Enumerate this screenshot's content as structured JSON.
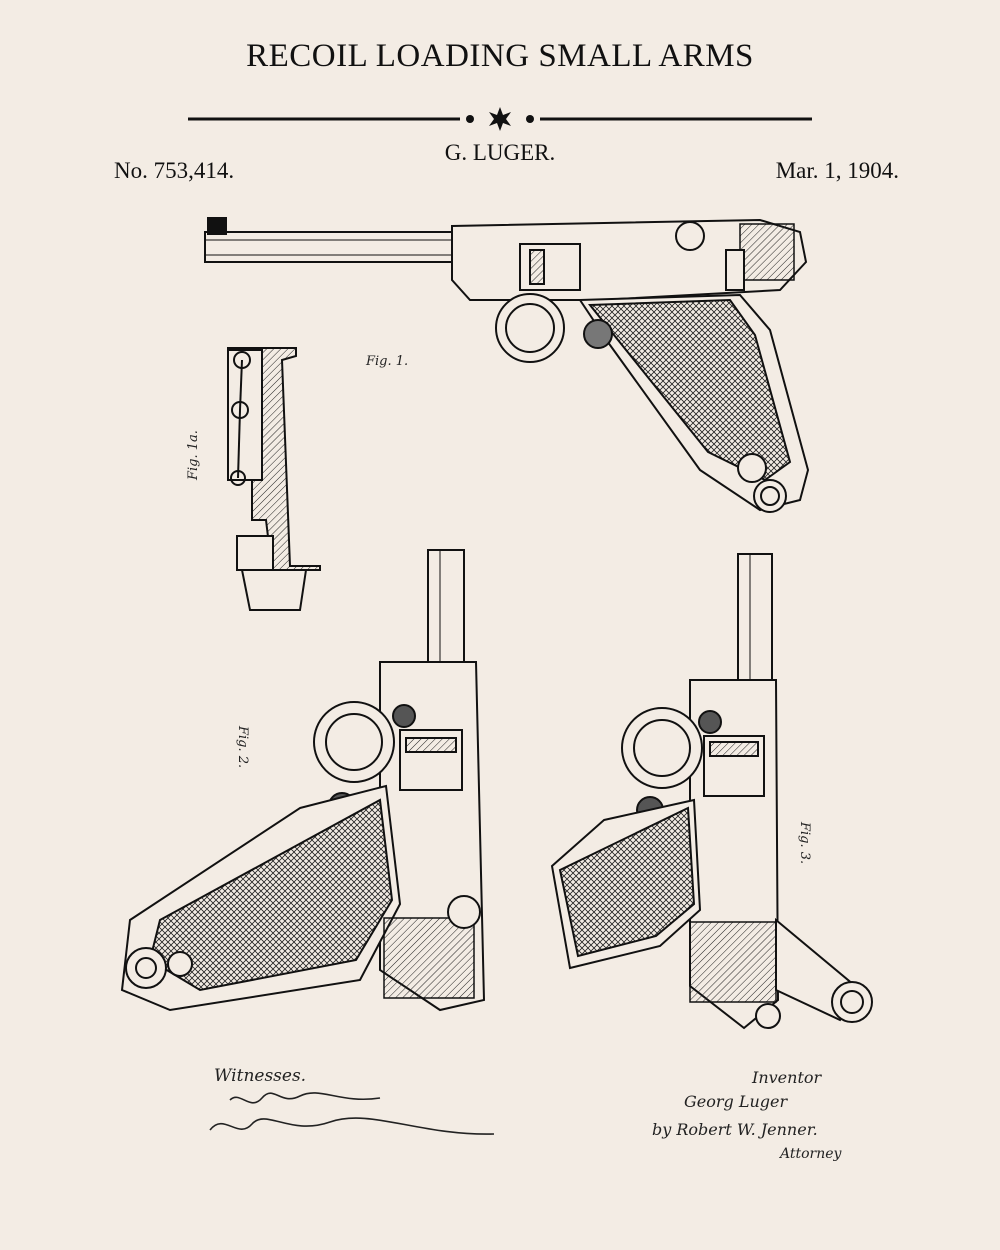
{
  "header": {
    "title": "RECOIL LOADING SMALL ARMS",
    "inventor": "G. LUGER.",
    "patent_number": "No. 753,414.",
    "date": "Mar. 1, 1904."
  },
  "figures": {
    "fig1": "Fig. 1.",
    "fig1a": "Fig. 1a.",
    "fig2": "Fig. 2.",
    "fig3": "Fig. 3."
  },
  "signatures": {
    "witnesses_label": "Witnesses.",
    "inventor_label": "Inventor",
    "inventor_signature": "Georg Luger",
    "attorney_line": "by Robert W. Jenner.",
    "attorney_label": "Attorney"
  },
  "colors": {
    "paper": "#f3ece4",
    "ink": "#111111"
  }
}
